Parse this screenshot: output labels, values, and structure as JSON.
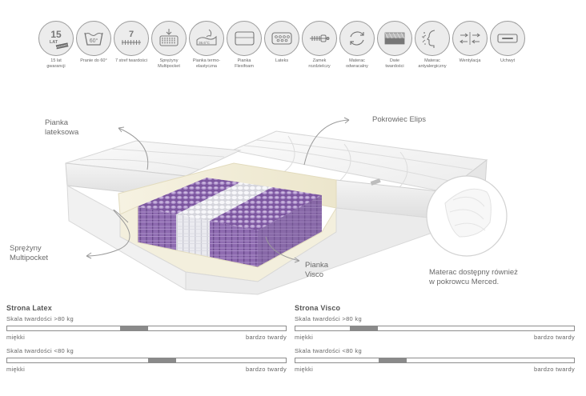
{
  "features": [
    {
      "label": "15 lat\ngwarancji",
      "icon": "warranty-15-icon",
      "badge_number": "15",
      "badge_text": "LAT",
      "badge_sub": "GWARANCJI"
    },
    {
      "label": "Pranie do 60°",
      "icon": "washing-60-icon",
      "badge_text": "60°"
    },
    {
      "label": "7 stref twardości",
      "icon": "seven-zones-icon",
      "badge_number": "7"
    },
    {
      "label": "Sprężyny\nMultipocket",
      "icon": "pocket-springs-icon"
    },
    {
      "label": "Pianka termo-\nelastyczna",
      "icon": "thermo-foam-icon",
      "badge_text": "36.6°C"
    },
    {
      "label": "Pianka\nFlexifoam",
      "icon": "flexifoam-icon"
    },
    {
      "label": "Lateks",
      "icon": "latex-icon"
    },
    {
      "label": "Zamek\nrozdzielczy",
      "icon": "zipper-icon"
    },
    {
      "label": "Materac\nodwracalny",
      "icon": "reversible-icon"
    },
    {
      "label": "Dwie\ntwardości",
      "icon": "two-firmness-icon"
    },
    {
      "label": "Materac\nantyalergiczny",
      "icon": "anti-allergic-icon"
    },
    {
      "label": "Wentylacja",
      "icon": "ventilation-icon"
    },
    {
      "label": "Uchwyt",
      "icon": "handle-icon"
    }
  ],
  "callouts": {
    "latex_foam": "Pianka\nlateksowa",
    "cover": "Pokrowiec Elips",
    "springs": "Sprężyny\nMultipocket",
    "visco": "Pianka\nVisco",
    "merced": "Materac dostępny również\nw pokrowcu Merced."
  },
  "scales": [
    {
      "title": "Strona Latex",
      "rows": [
        {
          "caption": "Skala twardości >80 kg",
          "marker_start": 0.405,
          "marker_end": 0.505,
          "left": "miękki",
          "right": "bardzo twardy"
        },
        {
          "caption": "Skala twardości <80 kg",
          "marker_start": 0.505,
          "marker_end": 0.605,
          "left": "miękki",
          "right": "bardzo twardy"
        }
      ]
    },
    {
      "title": "Strona Visco",
      "rows": [
        {
          "caption": "Skala twardości >80 kg",
          "marker_start": 0.195,
          "marker_end": 0.295,
          "left": "miękki",
          "right": "bardzo twardy"
        },
        {
          "caption": "Skala twardości <80 kg",
          "marker_start": 0.3,
          "marker_end": 0.4,
          "left": "miękki",
          "right": "bardzo twardy"
        }
      ]
    }
  ],
  "colors": {
    "icon_fill": "#ececec",
    "icon_stroke": "#9b9b9b",
    "spring_purple": "#8e6bb0",
    "spring_white": "#f2f2f4",
    "foam": "#f4f0e0",
    "cover": "#f7f7f7"
  }
}
